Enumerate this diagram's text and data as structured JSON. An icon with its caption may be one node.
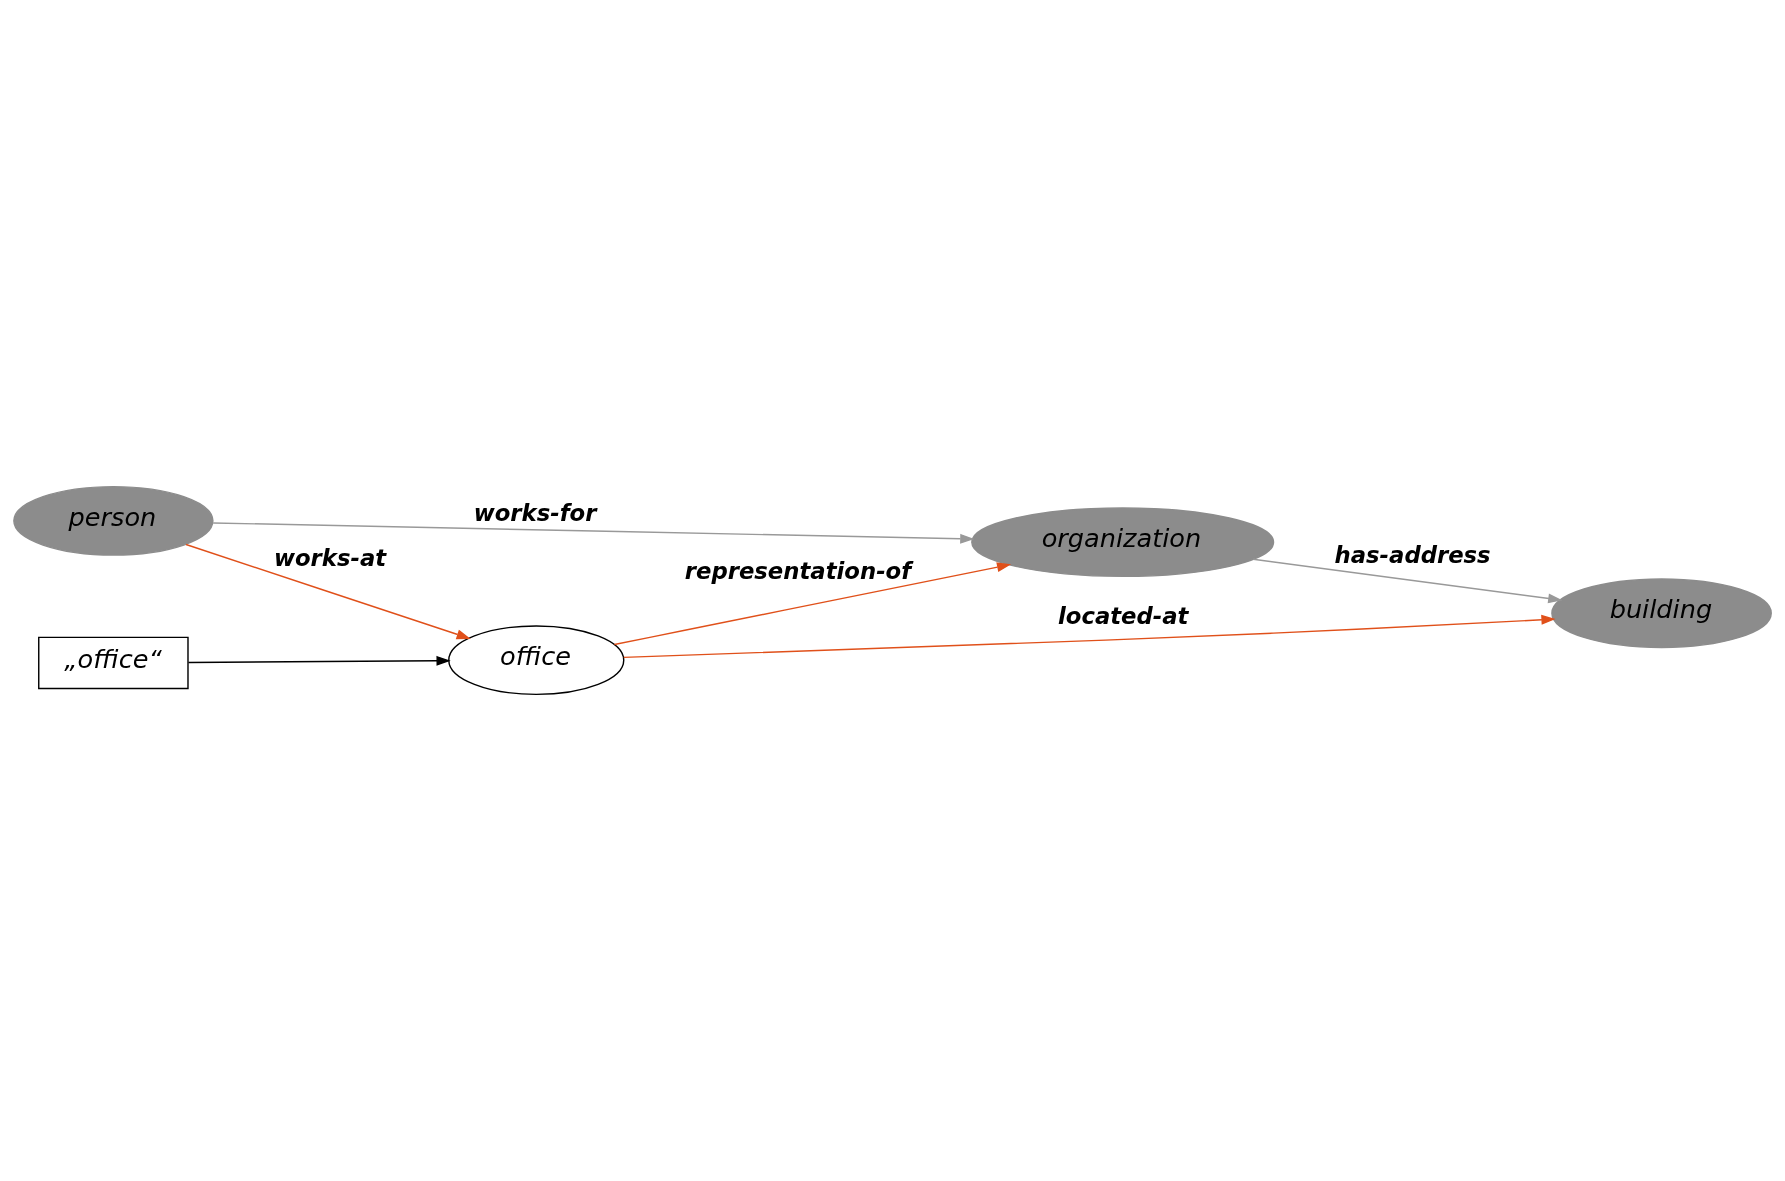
{
  "diagram": {
    "nodes": [
      {
        "text": [
          "building"
        ]
      },
      {
        "text": [
          "organization"
        ]
      },
      {
        "text": [
          "office"
        ]
      },
      {
        "text": [
          "person"
        ]
      },
      {
        "text": [
          "„office“"
        ]
      }
    ],
    "edges": [
      {
        "from": 2,
        "to": 0,
        "arrow": "to",
        "label": "located-at",
        "color": "#e0501a"
      },
      {
        "from": 2,
        "to": 1,
        "arrow": "to",
        "label": "representation-of",
        "color": "#e0501a"
      },
      {
        "from": 1,
        "to": 0,
        "arrow": "to",
        "label": "has-address",
        "color": "#999999"
      },
      {
        "from": 3,
        "to": 1,
        "arrow": "to",
        "label": "works-for",
        "color": "#999999"
      },
      {
        "from": 3,
        "to": 2,
        "arrow": "to",
        "label": "works-at",
        "color": "#e0501a"
      },
      {
        "from": 4,
        "to": 2,
        "arrow": "to",
        "color": "#000000"
      }
    ]
  }
}
